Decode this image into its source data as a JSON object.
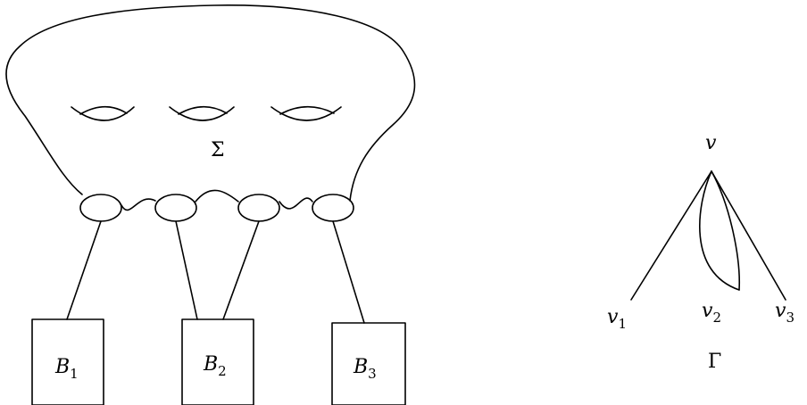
{
  "left_diagram": {
    "surface_label": "Σ",
    "boxes": [
      {
        "base": "B",
        "sub": "1"
      },
      {
        "base": "B",
        "sub": "2"
      },
      {
        "base": "B",
        "sub": "3"
      }
    ]
  },
  "right_diagram": {
    "top_vertex": "v",
    "graph_label": "Γ",
    "leaves": [
      {
        "base": "v",
        "sub": "1"
      },
      {
        "base": "v",
        "sub": "2"
      },
      {
        "base": "v",
        "sub": "3"
      }
    ]
  }
}
